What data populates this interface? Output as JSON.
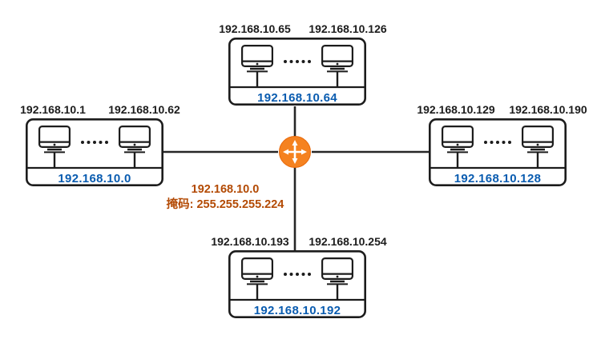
{
  "diagram": {
    "type": "network-subnetting-diagram",
    "router": {
      "network": "192.168.10.0",
      "mask": "掩码: 255.255.255.224"
    },
    "subnets": [
      {
        "position": "top",
        "host_first": "192.168.10.65",
        "host_last": "192.168.10.126",
        "network": "192.168.10.64"
      },
      {
        "position": "left",
        "host_first": "192.168.10.1",
        "host_last": "192.168.10.62",
        "network": "192.168.10.0"
      },
      {
        "position": "right",
        "host_first": "192.168.10.129",
        "host_last": "192.168.10.190",
        "network": "192.168.10.128"
      },
      {
        "position": "bottom",
        "host_first": "192.168.10.193",
        "host_last": "192.168.10.254",
        "network": "192.168.10.192"
      }
    ],
    "icons": {
      "router": "router-crossed-arrows-icon",
      "host": "desktop-computer-icon",
      "more_hosts": "ellipsis-dots-icon"
    },
    "colors": {
      "network_label": "#0a5cb0",
      "host_label": "#1c1c1c",
      "line": "#262626",
      "router_fill": "#f58220",
      "router_stroke": "#e8690b",
      "router_label": "#b34a04"
    }
  }
}
